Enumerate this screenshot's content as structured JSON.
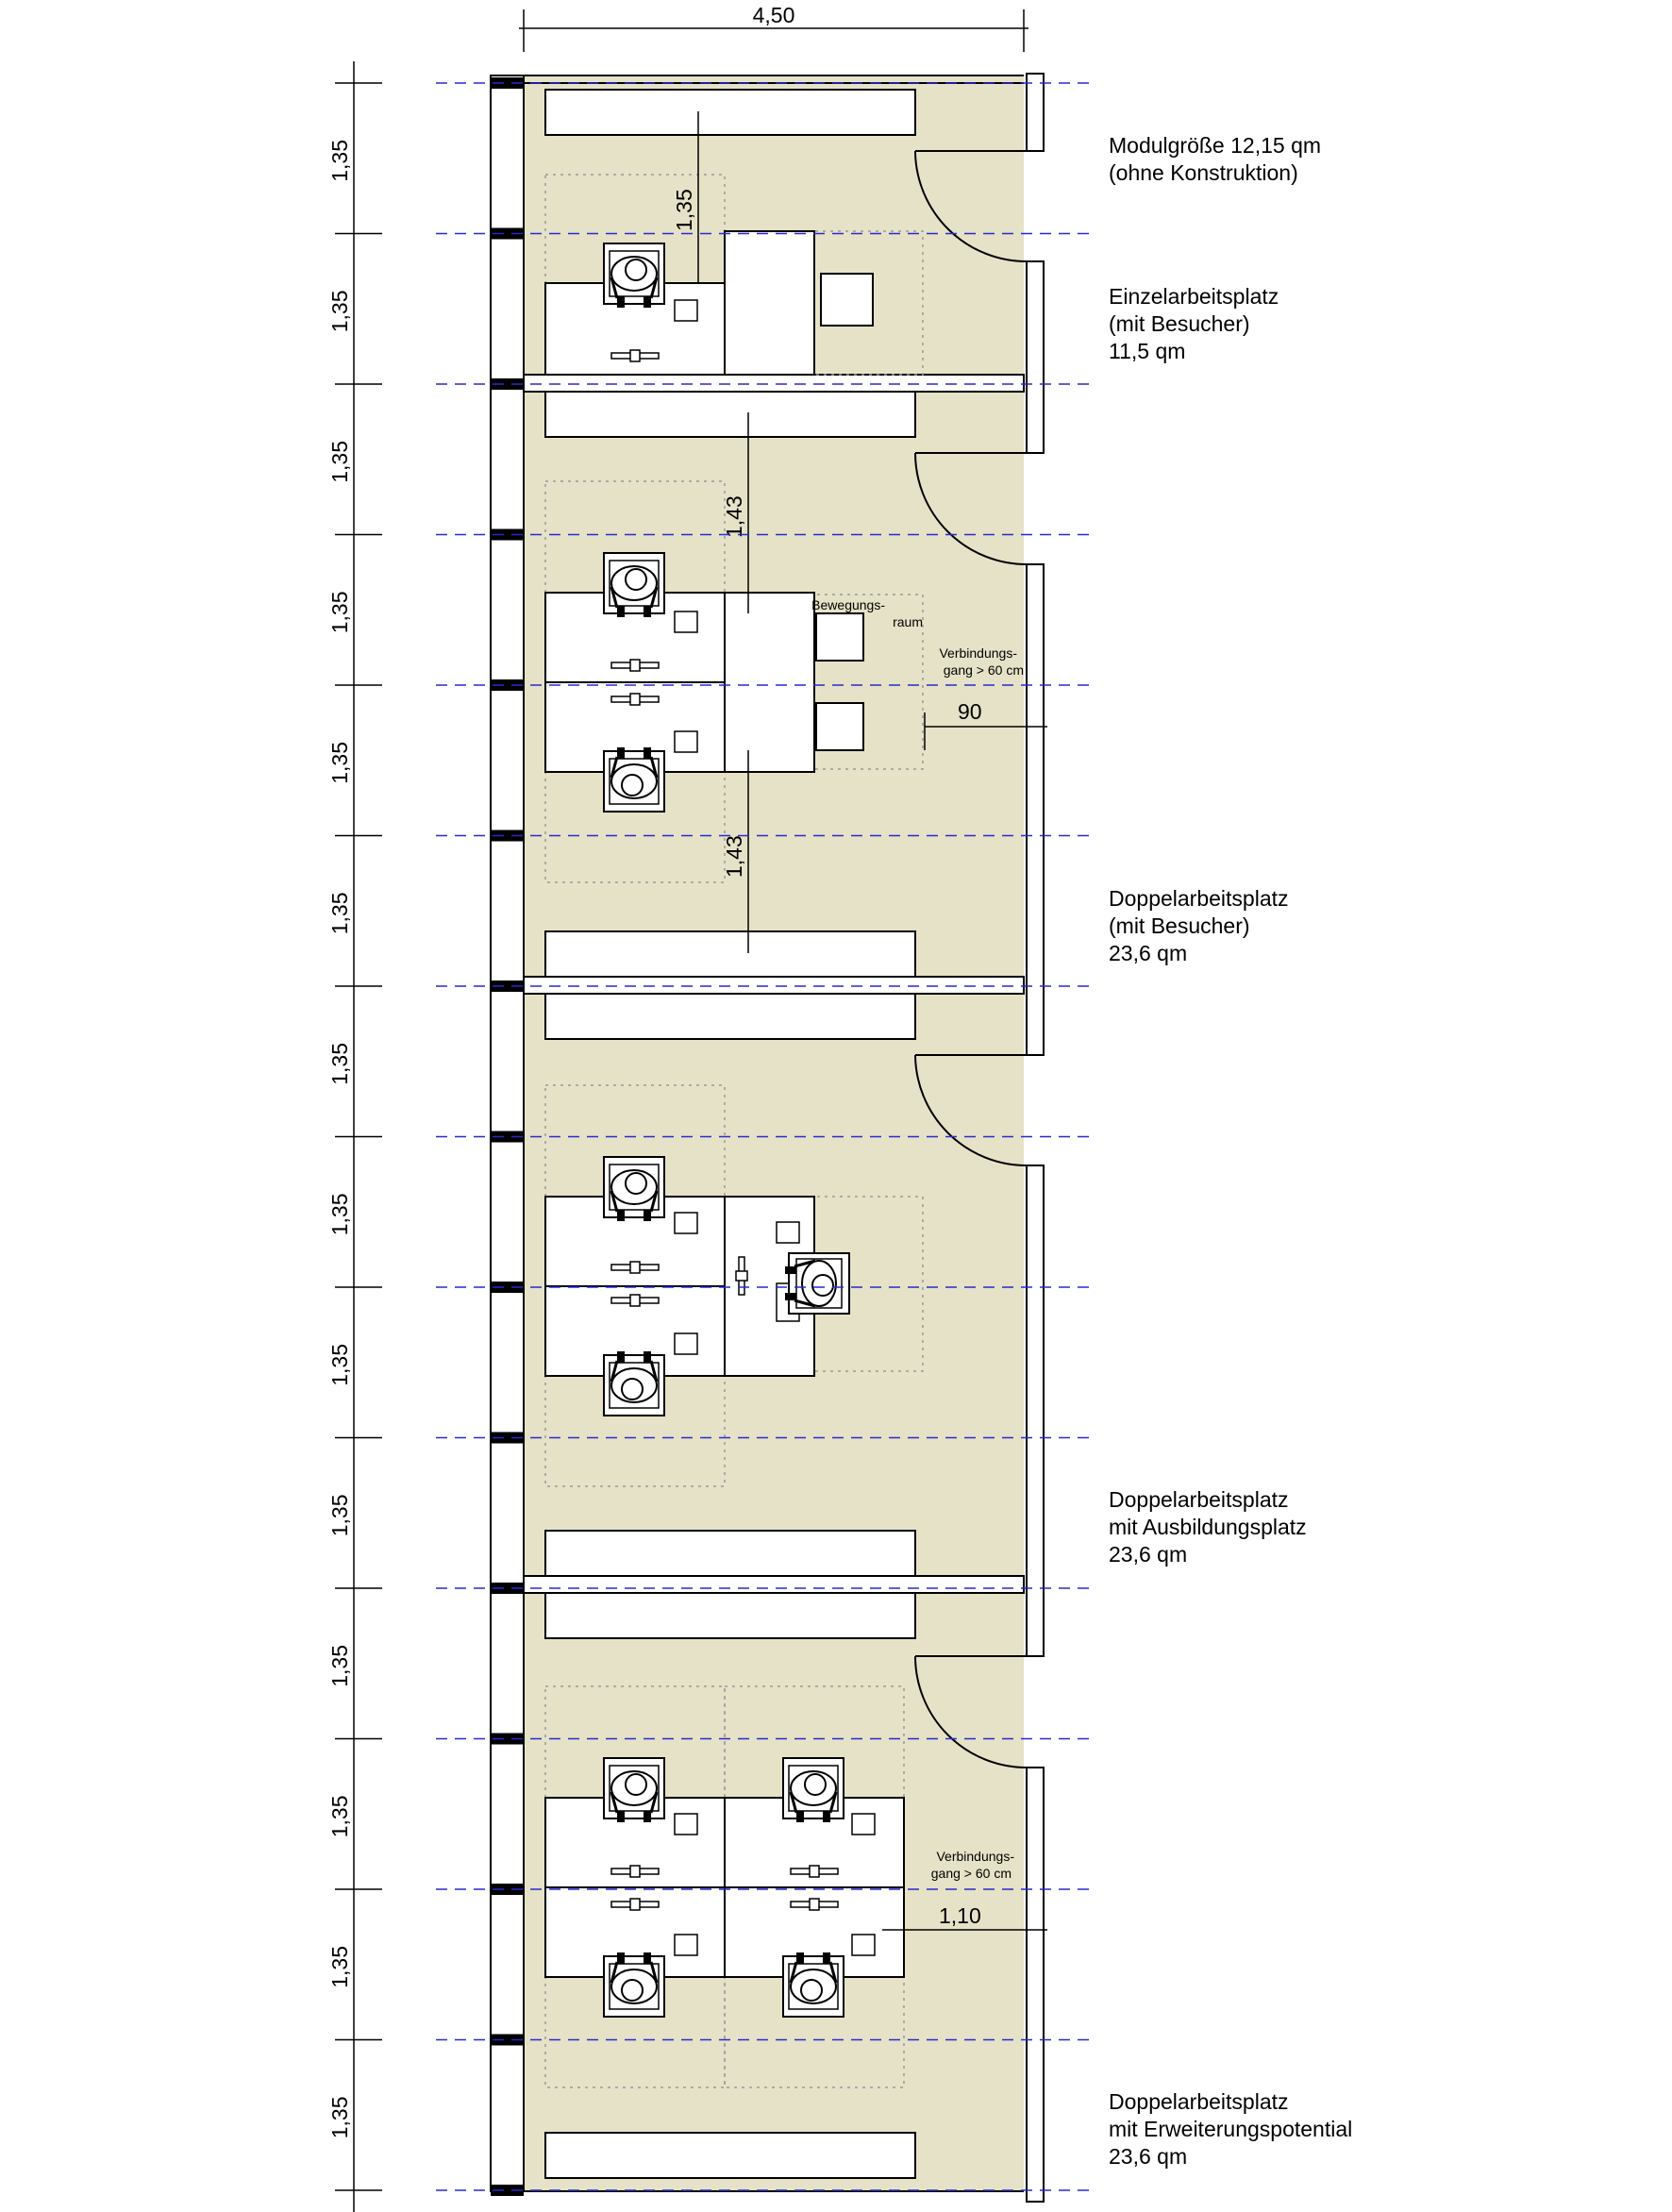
{
  "dimensions": {
    "total_width": "4,50",
    "module_rows": [
      "1,35",
      "1,35",
      "1,35",
      "1,35",
      "1,35",
      "1,35",
      "1,35",
      "1,35",
      "1,35",
      "1,35",
      "1,35",
      "1,35",
      "1,35",
      "1,35"
    ],
    "inner_single": "1,35",
    "inner_double_top": "1,43",
    "inner_double_bottom": "1,43",
    "aisle_90": "90",
    "aisle_110": "1,10"
  },
  "annotations": {
    "bewegungsraum": [
      "Bewegungs-",
      "raum"
    ],
    "verbindungsgang_1": [
      "Verbindungs-",
      "gang > 60 cm"
    ],
    "verbindungsgang_2": [
      "Verbindungs-",
      "gang > 60 cm"
    ]
  },
  "labels": {
    "modul": [
      "Modulgröße 12,15 qm",
      "(ohne Konstruktion)"
    ],
    "einzel": [
      "Einzelarbeitsplatz",
      "(mit Besucher)",
      "11,5 qm"
    ],
    "doppel_besucher": [
      "Doppelarbeitsplatz",
      "(mit Besucher)",
      "23,6 qm"
    ],
    "doppel_ausbildung": [
      "Doppelarbeitsplatz",
      "mit Ausbildungsplatz",
      "23,6 qm"
    ],
    "doppel_erweiterung": [
      "Doppelarbeitsplatz",
      "mit Erweiterungspotential",
      "23,6 qm"
    ]
  },
  "colors": {
    "floor": "#e5e2c7",
    "grid_line": "#2a2acc",
    "line": "#000000",
    "dotted": "#9a9a9a"
  }
}
